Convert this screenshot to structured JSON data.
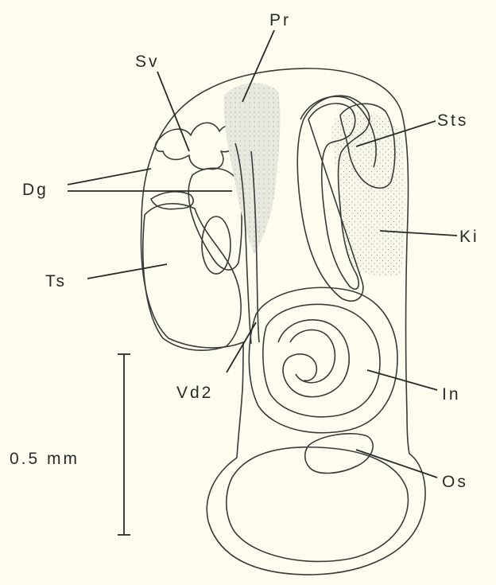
{
  "labels": {
    "pr": "Pr",
    "sv": "Sv",
    "sts": "Sts",
    "dg": "Dg",
    "ki": "Ki",
    "ts": "Ts",
    "vd2": "Vd2",
    "in": "In",
    "os": "Os"
  },
  "scale_bar": {
    "label": "0.5 mm"
  }
}
